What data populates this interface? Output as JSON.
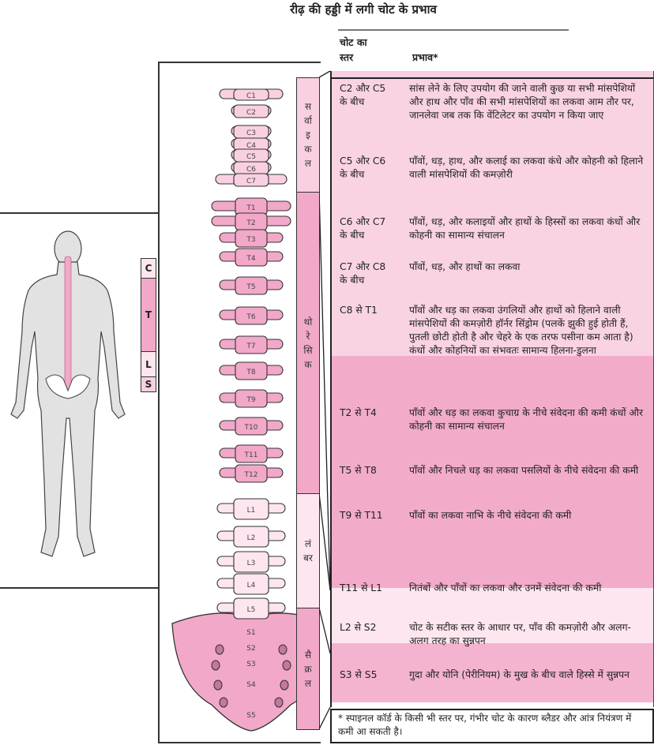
{
  "title": "रीढ़ की हड्डी में लगी चोट के प्रभाव",
  "table_header": {
    "level_line1": "चोट का",
    "level_line2": "स्तर",
    "effects": "प्रभाव*"
  },
  "colors": {
    "cervical": "#f9d0e1",
    "thoracic": "#f2a8c8",
    "lumbar": "#fde6ef",
    "sacral": "#f2a8c8",
    "outline": "#333333",
    "body": "#e2e2e2"
  },
  "rows": [
    {
      "level": "C2 और C5 के बीच",
      "effect": "सांस लेने के लिए उपयोग की जाने वाली कुछ या सभी मांसपेशियों और हाथ और पाँव की सभी मांसपेशियों का लकवा आम तौर पर, जानलेवा जब तक कि वेंटिलेटर का उपयोग न किया जाए"
    },
    {
      "level": "C5 और C6 के बीच",
      "effect": "पाँवों, धड़, हाथ, और कलाई का लकवा कंधे और कोहनी को हिलाने वाली मांसपेशियों की कमज़ोरी"
    },
    {
      "level": "C6 और C7 के बीच",
      "effect": "पाँवों, धड़, और कलाइयों और हाथों के हिस्सों का लकवा कंधों और कोहनी का सामान्य संचालन"
    },
    {
      "level": "C7 और C8 के बीच",
      "effect": "पाँवों, धड़, और हाथों का लकवा"
    },
    {
      "level": "C8 से T1",
      "effect": "पाँवों और धड़ का लकवा उंगलियों और हाथों को हिलाने वाली मांसपेशियों की कमज़ोरी हॉर्नर सिंड्रोम (पलकें झुकी हुई होती हैं, पुतली छोटी होती है और चेहरे के एक तरफ पसीना कम आता है) कंधों और कोहनियों का संभवतः सामान्य हिलना-डुलना"
    },
    {
      "level": "T2 से T4",
      "effect": "पाँवों और धड़ का लकवा कुचाग्र के नीचे संवेदना की कमी कंधों और कोहनी का सामान्य संचालन"
    },
    {
      "level": "T5 से T8",
      "effect": "पाँवों और निचले धड़ का लकवा पसलियों के नीचे संवेदना की कमी"
    },
    {
      "level": "T9 से T11",
      "effect": "पाँवों का लकवा नाभि के नीचे संवेदना की कमी"
    },
    {
      "level": "T11 से L1",
      "effect": "नितंबों और पाँवों का लकवा और उनमें संवेदना की कमी"
    },
    {
      "level": "L2 से S2",
      "effect": "चोट के सटीक स्तर के आधार पर, पाँव की कमज़ोरी और अलग-अलग तरह का सुन्नपन"
    },
    {
      "level": "S3 से S5",
      "effect": "गुदा और योनि (पेरीनियम) के मुख के बीच वाले हिस्से में सुन्नपन"
    }
  ],
  "footnote": "* स्पाइनल कॉर्ड के किसी भी स्तर पर, गंभीर चोट के कारण ब्लैडर और आंत्र नियंत्रण में कमी आ सकती है।",
  "regions": {
    "cervical": "सर्वाइकल",
    "thoracic": "थोरेसिक",
    "lumbar": "लंबर",
    "sacral": "सैक्रल"
  },
  "region_glyphs": {
    "cervical": [
      "स",
      "र्वा",
      "इ",
      "क",
      "ल"
    ],
    "thoracic": [
      "थो",
      "रे",
      "सि",
      "क"
    ],
    "lumbar": [
      "लं",
      "ब",
      "र"
    ],
    "sacral": [
      "सै",
      "क्र",
      "ल"
    ]
  },
  "body_key": {
    "c": "C",
    "t": "T",
    "l": "L",
    "s": "S"
  },
  "vertebrae": [
    "C1",
    "C2",
    "C3",
    "C4",
    "C5",
    "C6",
    "C7",
    "T1",
    "T2",
    "T3",
    "T4",
    "T5",
    "T6",
    "T7",
    "T8",
    "T9",
    "T10",
    "T11",
    "T12",
    "L1",
    "L2",
    "L3",
    "L4",
    "L5",
    "S1",
    "S2",
    "S3",
    "S4",
    "S5"
  ]
}
